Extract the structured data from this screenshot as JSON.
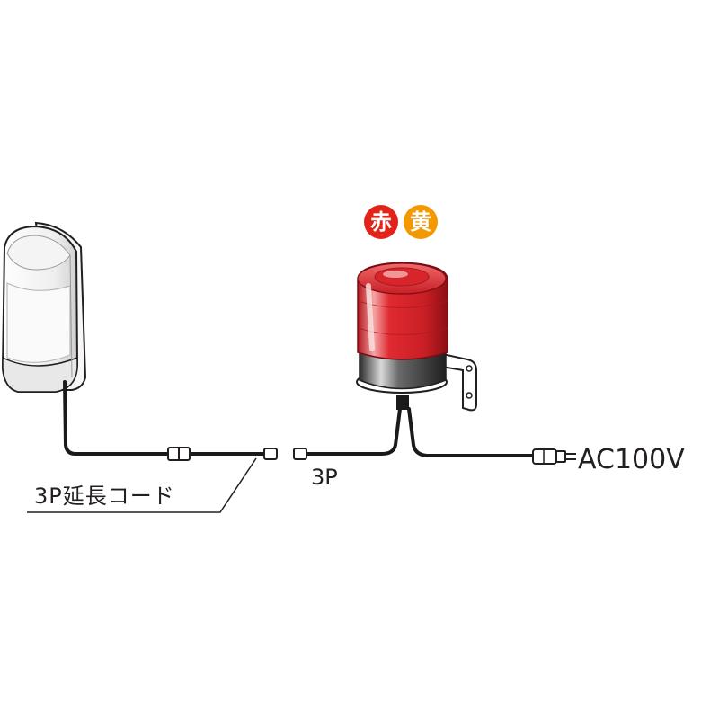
{
  "labels": {
    "power": "AC100V",
    "connector": "3P",
    "extension_cord": "3P延長コード"
  },
  "color_badges": [
    {
      "text": "赤",
      "color": "#e2231a"
    },
    {
      "text": "黄",
      "color": "#f39800"
    }
  ],
  "colors": {
    "cable": "#1a1a1a",
    "lamp_red": "#d8252b",
    "lamp_highlight": "#f7b8b8",
    "base_metal": "#3a3a3a",
    "sensor_body": "#f2f2f2",
    "outline": "#231f20"
  },
  "icons": [
    "sensor-device",
    "warning-lamp",
    "mounting-bracket",
    "ac-plug",
    "3p-connector"
  ]
}
